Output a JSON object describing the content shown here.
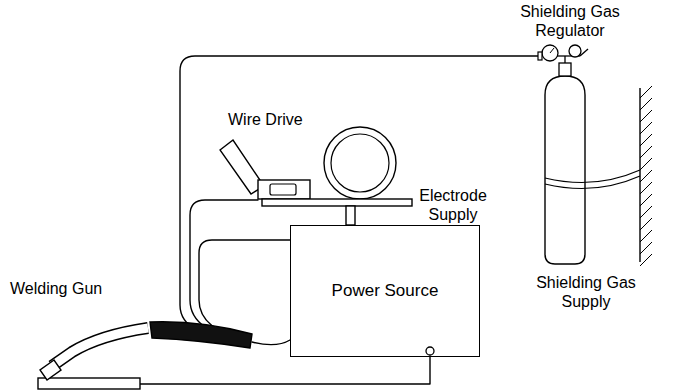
{
  "diagram": {
    "nodes": [
      {
        "text": [
          "Power Source"
        ]
      }
    ],
    "labels": [
      "Shielding Gas Regulator",
      "Wire Drive",
      "Electrode Supply",
      "Welding Gun",
      "Shielding Gas Supply"
    ]
  }
}
